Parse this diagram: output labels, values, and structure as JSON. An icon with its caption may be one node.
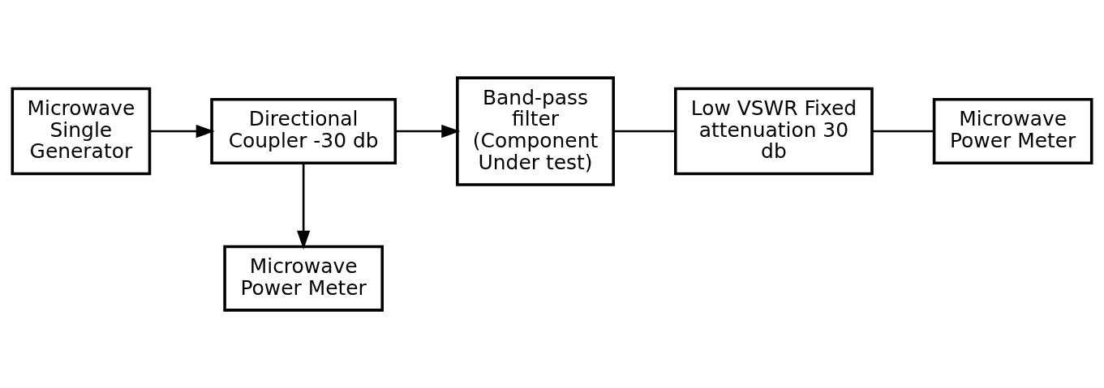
{
  "diagram": {
    "nodes": [
      {
        "text": [
          "Microwave Single Generator"
        ]
      },
      {
        "text": [
          "Directional",
          "Coupler -30 db"
        ]
      },
      {
        "text": [
          "Band-pass filter (Component Under test)"
        ]
      },
      {
        "text": [
          "Low VSWR Fixed attenuation 30 db"
        ]
      },
      {
        "text": [
          "Microwave Power Meter"
        ]
      },
      {
        "text": [
          "Microwave Power Meter"
        ]
      }
    ],
    "edges": [
      {
        "from": 0,
        "to": 1,
        "arrow": "to"
      },
      {
        "from": 1,
        "to": 2,
        "arrow": "to"
      },
      {
        "from": 2,
        "to": 3,
        "arrow": "none"
      },
      {
        "from": 3,
        "to": 4,
        "arrow": "none"
      },
      {
        "from": 1,
        "to": 5,
        "arrow": "to"
      }
    ]
  }
}
